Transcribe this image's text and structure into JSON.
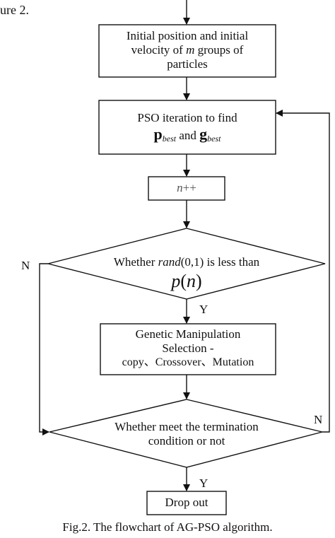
{
  "header_fragment": "ure 2.",
  "nodes": {
    "init": {
      "line1": "Initial position and initial",
      "line2_pre": "velocity of ",
      "line2_var": "m",
      "line2_post": " groups of",
      "line3": "particles"
    },
    "pso": {
      "line1": "PSO iteration to find",
      "p": "p",
      "p_sub": "best",
      "and": " and ",
      "g": "g",
      "g_sub": "best"
    },
    "counter": {
      "var": "n",
      "op": "++"
    },
    "decision1": {
      "pre": "Whether ",
      "func": "rand",
      "args": "(0,1)",
      "post": " is less than",
      "expr_p": "p",
      "expr_open": "(",
      "expr_n": "n",
      "expr_close": ")"
    },
    "genetic": {
      "line1": "Genetic Manipulation",
      "line2": "Selection -",
      "line3": "copy、Crossover、Mutation"
    },
    "decision2": {
      "line1": "Whether meet the termination",
      "line2": "condition or not"
    },
    "end": {
      "label": "Drop out"
    }
  },
  "edge_labels": {
    "no_left": "N",
    "yes_1": "Y",
    "no_right": "N",
    "yes_2": "Y"
  },
  "caption": "Fig.2. The flowchart of AG-PSO algorithm."
}
